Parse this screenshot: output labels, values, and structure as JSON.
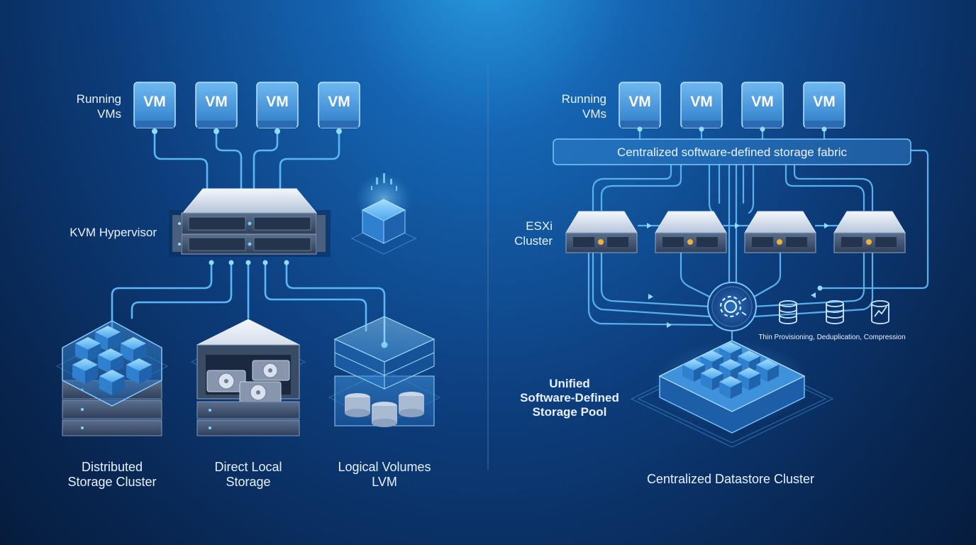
{
  "left": {
    "running_vms_label": [
      "Running",
      "VMs"
    ],
    "vms": [
      "VM",
      "VM",
      "VM",
      "VM"
    ],
    "hypervisor_label": "KVM Hypervisor",
    "storage": [
      {
        "lines": [
          "Distributed",
          "Storage Cluster"
        ]
      },
      {
        "lines": [
          "Direct Local",
          "Storage"
        ]
      },
      {
        "lines": [
          "Logical Volumes",
          "LVM"
        ]
      }
    ]
  },
  "right": {
    "running_vms_label": [
      "Running",
      "VMs"
    ],
    "vms": [
      "VM",
      "VM",
      "VM",
      "VM"
    ],
    "fabric_label": "Centralized software-defined storage fabric",
    "cluster_label": [
      "ESXi",
      "Cluster"
    ],
    "features_label": "Thin Provisioning, Deduplication, Compression",
    "pool_label": [
      "Unified",
      "Software-Defined",
      "Storage Pool"
    ],
    "datastore_label": "Centralized Datastore Cluster"
  },
  "icons": {
    "vm": "vm-icon",
    "server": "server-icon",
    "cube": "glowing-cube-icon",
    "gear": "gear-icon",
    "database": "database-icon",
    "analytics_db": "database-analytics-icon"
  },
  "colors": {
    "background_top": "#2aa3e6",
    "background_bottom": "#061c3d",
    "accent": "#5ab6f5",
    "vm_box": "#3f8fd6"
  }
}
